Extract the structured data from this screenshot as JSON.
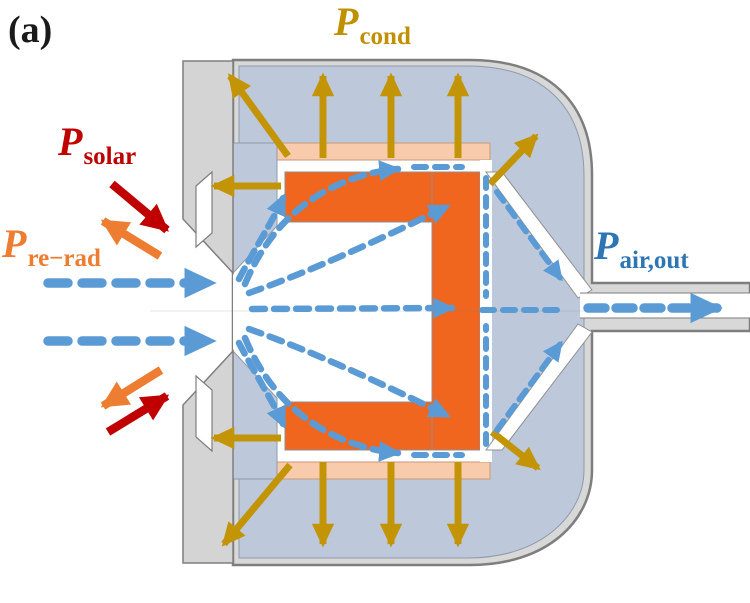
{
  "figure": {
    "panel_label": "(a)",
    "labels": {
      "cond": {
        "main": "P",
        "sub": "cond",
        "color": "#BF9000"
      },
      "solar": {
        "main": "P",
        "sub": "solar",
        "color": "#C00000"
      },
      "rerad": {
        "main": "P",
        "sub": "re−rad",
        "color": "#ED7D31"
      },
      "airout": {
        "main": "P",
        "sub": "air,out",
        "color": "#2E75B6"
      }
    },
    "colors": {
      "shell_gray": "#D8D8D8",
      "shell_outline": "#7E7E7E",
      "insulation_blue_gray": "#BDC9DB",
      "absorber_orange": "#F0661F",
      "liner_pink": "#F9CBAD",
      "airflow_blue": "#5B9BD5",
      "conduction_gold": "#C39506",
      "solar_red": "#C00000",
      "rerad_orange": "#ED7D31"
    }
  }
}
